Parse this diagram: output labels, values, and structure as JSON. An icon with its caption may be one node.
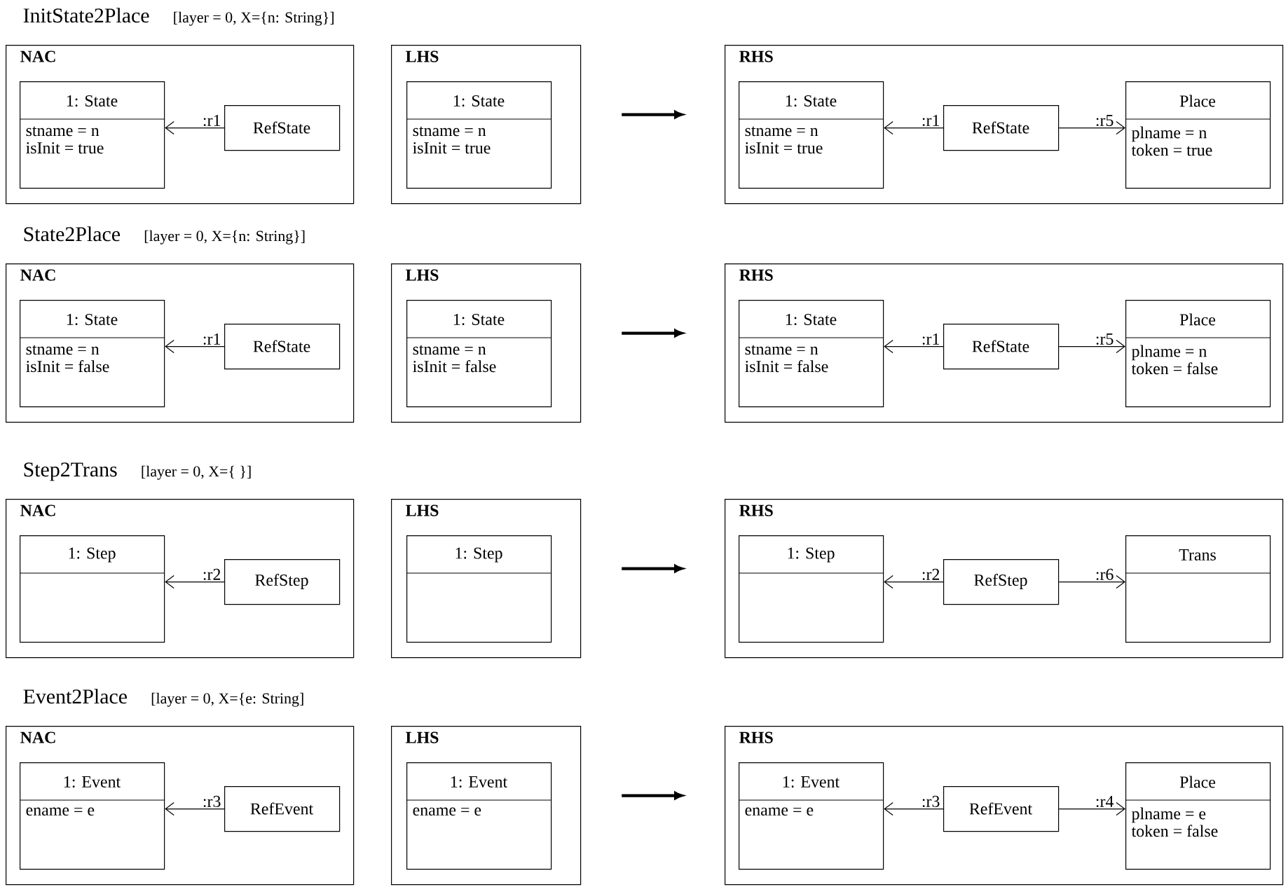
{
  "diagram": {
    "nodes": [
      {
        "text": [
          "NAC"
        ]
      },
      {
        "text": [
          "1: State",
          "stname = n",
          "isInit = true"
        ],
        "in": 0
      },
      {
        "text": [
          "RefState"
        ],
        "in": 0
      },
      {
        "text": [
          "LHS"
        ]
      },
      {
        "text": [
          "1: State",
          "stname = n",
          "isInit = true"
        ],
        "in": 3
      },
      {
        "text": [
          "RHS"
        ]
      },
      {
        "text": [
          "1: State",
          "stname = n",
          "isInit = true"
        ],
        "in": 5
      },
      {
        "text": [
          "RefState"
        ],
        "in": 5
      },
      {
        "text": [
          "Place",
          "plname = n",
          "token = true"
        ],
        "in": 5
      },
      {
        "text": [
          "NAC"
        ]
      },
      {
        "text": [
          "1: State",
          "stname = n",
          "isInit = false"
        ],
        "in": 9
      },
      {
        "text": [
          "RefState"
        ],
        "in": 9
      },
      {
        "text": [
          "LHS"
        ]
      },
      {
        "text": [
          "1: State",
          "stname = n",
          "isInit = false"
        ],
        "in": 12
      },
      {
        "text": [
          "RHS"
        ]
      },
      {
        "text": [
          "1: State",
          "stname = n",
          "isInit = false"
        ],
        "in": 14
      },
      {
        "text": [
          "RefState"
        ],
        "in": 14
      },
      {
        "text": [
          "Place",
          "plname = n",
          "token = false"
        ],
        "in": 14
      },
      {
        "text": [
          "NAC"
        ]
      },
      {
        "text": [
          "1: Step"
        ],
        "in": 18
      },
      {
        "text": [
          "RefStep"
        ],
        "in": 18
      },
      {
        "text": [
          "LHS"
        ]
      },
      {
        "text": [
          "1: Step"
        ],
        "in": 21
      },
      {
        "text": [
          "RHS"
        ]
      },
      {
        "text": [
          "1: Step"
        ],
        "in": 23
      },
      {
        "text": [
          "RefStep"
        ],
        "in": 23
      },
      {
        "text": [
          "Trans"
        ],
        "in": 23
      },
      {
        "text": [
          "NAC"
        ]
      },
      {
        "text": [
          "1: Event",
          "ename = e"
        ],
        "in": 27
      },
      {
        "text": [
          "RefEvent"
        ],
        "in": 27
      },
      {
        "text": [
          "LHS"
        ]
      },
      {
        "text": [
          "1: Event",
          "ename = e"
        ],
        "in": 30
      },
      {
        "text": [
          "RHS"
        ]
      },
      {
        "text": [
          "1: Event",
          "ename = e"
        ],
        "in": 32
      },
      {
        "text": [
          "RefEvent"
        ],
        "in": 32
      },
      {
        "text": [
          "Place",
          "plname = e",
          "token = false"
        ],
        "in": 32
      }
    ],
    "edges": [
      {
        "from": 2,
        "to": 1,
        "arrow": "to",
        "label": ":r1"
      },
      {
        "from": 3,
        "to": 5,
        "arrow": "to",
        "style": "thick"
      },
      {
        "from": 7,
        "to": 6,
        "arrow": "to",
        "label": ":r1"
      },
      {
        "from": 7,
        "to": 8,
        "arrow": "to",
        "label": ":r5"
      },
      {
        "from": 11,
        "to": 10,
        "arrow": "to",
        "label": ":r1"
      },
      {
        "from": 12,
        "to": 14,
        "arrow": "to",
        "style": "thick"
      },
      {
        "from": 16,
        "to": 15,
        "arrow": "to",
        "label": ":r1"
      },
      {
        "from": 16,
        "to": 17,
        "arrow": "to",
        "label": ":r5"
      },
      {
        "from": 20,
        "to": 19,
        "arrow": "to",
        "label": ":r2"
      },
      {
        "from": 21,
        "to": 23,
        "arrow": "to",
        "style": "thick"
      },
      {
        "from": 25,
        "to": 24,
        "arrow": "to",
        "label": ":r2"
      },
      {
        "from": 25,
        "to": 26,
        "arrow": "to",
        "label": ":r6"
      },
      {
        "from": 29,
        "to": 28,
        "arrow": "to",
        "label": ":r3"
      },
      {
        "from": 30,
        "to": 32,
        "arrow": "to",
        "style": "thick"
      },
      {
        "from": 34,
        "to": 33,
        "arrow": "to",
        "label": ":r3"
      },
      {
        "from": 34,
        "to": 35,
        "arrow": "to",
        "label": ":r4"
      }
    ],
    "labels": [
      "InitState2Place",
      "[layer = 0, X={n: String}]",
      "State2Place",
      "[layer = 0, X={n: String}]",
      "Step2Trans",
      "[layer = 0, X={ }]",
      "Event2Place",
      "[layer = 0, X={e: String]"
    ]
  }
}
